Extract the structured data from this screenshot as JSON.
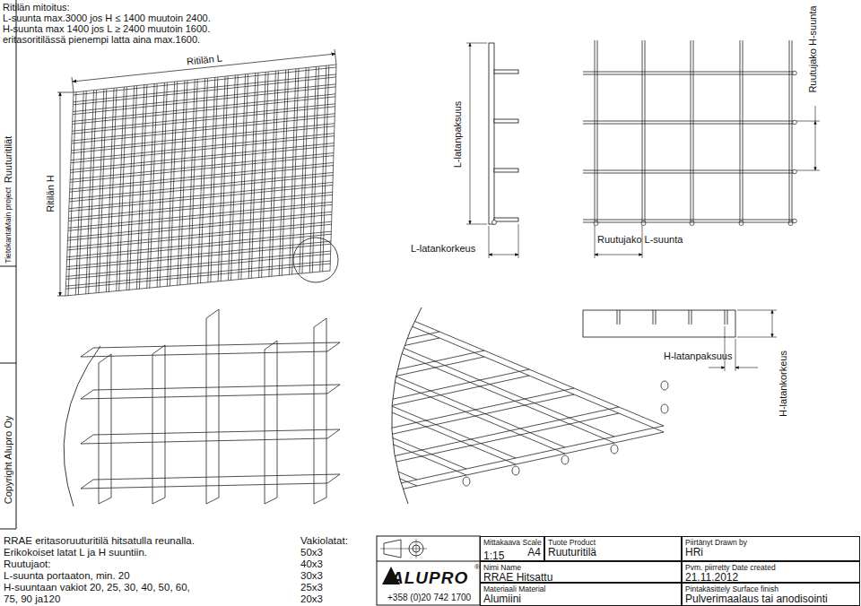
{
  "diagram": {
    "nodes": [
      {
        "text": [
          "Mittakaava Scale",
          "1:15",
          "A4"
        ]
      },
      {
        "text": [
          "Tuote Product",
          "Ruuturitilä"
        ]
      },
      {
        "text": [
          "Piirtänyt Drawn by",
          "HRi"
        ]
      },
      {
        "text": [
          "Nimi Name",
          "RRAE Hitsattu"
        ]
      },
      {
        "text": [
          "Pvm. piirretty Date created",
          "21.11.2012"
        ]
      },
      {
        "text": [
          "Materiaali Material",
          "Alumiini"
        ]
      },
      {
        "text": [
          "Pintakäsittely Surface finish",
          "Pulverimaalaus tai anodisointi"
        ]
      }
    ],
    "labels": [
      "Ritilän mitoitus:",
      "L-suunta max.3000 jos H ≤ 1400 muutoin 2400.",
      "H-suunta max 1400 jos L ≥ 2400 muutoin 1600.",
      "eritasoritilässä pienempi latta aina max.1600.",
      "Ritilän L",
      "Ritilän H",
      "L-latanpaksuus",
      "L-latankorkeus",
      "Ruutujako L-suunta",
      "Ruutujako H-suunta",
      "H-latanpaksuus",
      "H-latankorkeus",
      "Tietokanta",
      "Main project",
      "Ruuturitilät",
      "Copyright Alupro Oy",
      "RRAE eritasoruuturitilä hitsatulla reunalla.",
      "Erikokoiset latat L ja H suuntiin.",
      "Ruutujaot:",
      "L-suunta portaaton, min. 20",
      "H-suuntaan vakiot 20, 25, 30, 40, 50, 60,",
      "75, 90 ja120",
      "Vakiolatat:",
      "50x3",
      "40x3",
      "30x3",
      "25x3",
      "20x3",
      "+358 (0)20 742 1700",
      "ALUPRO",
      "®"
    ]
  }
}
